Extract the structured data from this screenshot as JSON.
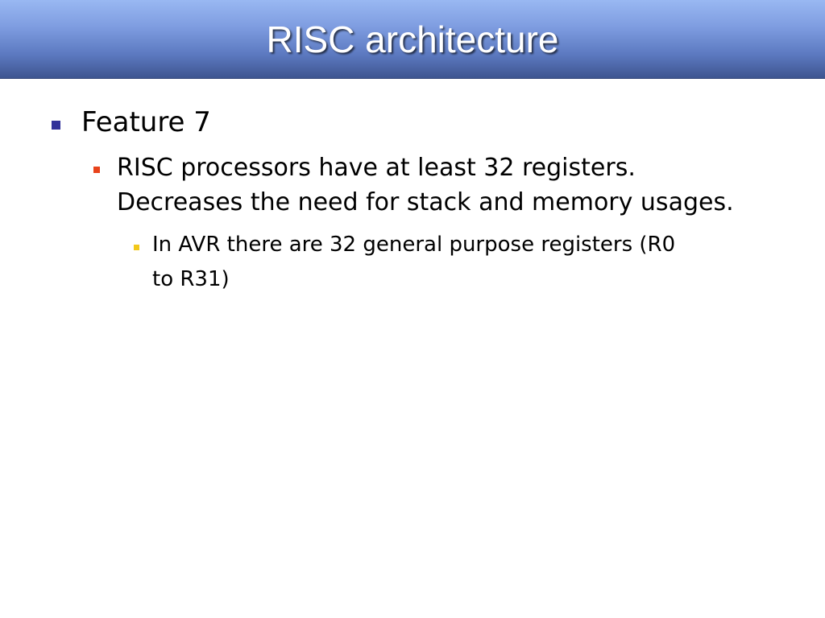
{
  "slide": {
    "title": "RISC architecture",
    "bullets": {
      "level1": "Feature 7",
      "level2_line1": "RISC processors have at least 32 registers.",
      "level2_line2": "Decreases the need for stack and memory usages.",
      "level3_line1": "In AVR there are 32 general purpose registers (R0",
      "level3_line2": "to R31)"
    }
  },
  "colors": {
    "title_gradient_top": "#99b8f2",
    "title_gradient_bottom": "#3e5590",
    "bullet_level1": "#32329a",
    "bullet_level2": "#e8431b",
    "bullet_level3": "#f2c81a"
  }
}
